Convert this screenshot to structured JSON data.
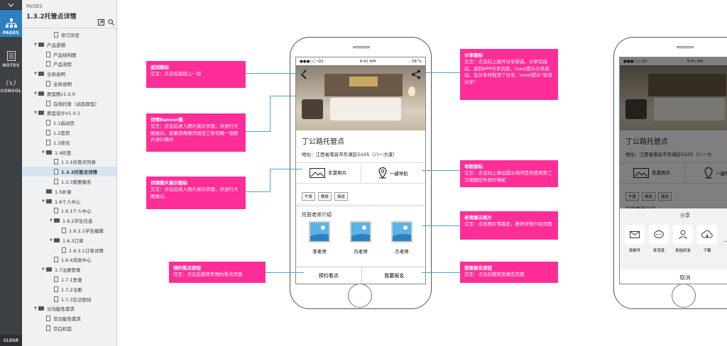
{
  "rail": {
    "pages_label": "PAGES",
    "notes_label": "NOTES",
    "console_label": "CONSOL",
    "variables_glyph": "(x)",
    "close_label": "CLOSE"
  },
  "sidebar": {
    "section_label": "PAGES",
    "current_page": "1.3.2托管点详情",
    "items": [
      {
        "label": "修订历史",
        "type": "page",
        "depth": 3
      },
      {
        "label": "产品逻辑",
        "type": "folder",
        "depth": 1,
        "open": true
      },
      {
        "label": "产品结构图",
        "type": "page",
        "depth": 2
      },
      {
        "label": "产品流程",
        "type": "page",
        "depth": 2
      },
      {
        "label": "全局说明",
        "type": "folder",
        "depth": 1,
        "open": true
      },
      {
        "label": "全局说明",
        "type": "page",
        "depth": 2
      },
      {
        "label": "原型图v1.0.0",
        "type": "folder",
        "depth": 1,
        "open": true
      },
      {
        "label": "在线托管（动态原型）",
        "type": "page",
        "depth": 2
      },
      {
        "label": "原型设计V1.0.1",
        "type": "folder",
        "depth": 1,
        "open": true
      },
      {
        "label": "1.1启动页",
        "type": "page",
        "depth": 2
      },
      {
        "label": "1.2首页",
        "type": "page",
        "depth": 2
      },
      {
        "label": "1.3资讯",
        "type": "page",
        "depth": 2
      },
      {
        "label": "1.4托管",
        "type": "folder",
        "depth": 2,
        "open": true
      },
      {
        "label": "1.3.1托管点列表",
        "type": "page",
        "depth": 3
      },
      {
        "label": "1.3.2托管点详情",
        "type": "page",
        "depth": 3,
        "selected": true
      },
      {
        "label": "1.3.3我要报名",
        "type": "page",
        "depth": 3
      },
      {
        "label": "1.5补课",
        "type": "folder-closed",
        "depth": 2
      },
      {
        "label": "1.6个人中心",
        "type": "folder",
        "depth": 2,
        "open": true
      },
      {
        "label": "1.6.1个人中心",
        "type": "page",
        "depth": 3
      },
      {
        "label": "1.6.2学生信息",
        "type": "folder",
        "depth": 3,
        "open": true
      },
      {
        "label": "1.6.2.1学生编辑",
        "type": "page",
        "depth": 4
      },
      {
        "label": "1.6.3订单",
        "type": "folder",
        "depth": 3,
        "open": true
      },
      {
        "label": "1.6.3.1订单详情",
        "type": "page",
        "depth": 4
      },
      {
        "label": "1.6.4消息中心",
        "type": "page",
        "depth": 3
      },
      {
        "label": "1.7注册登录",
        "type": "folder",
        "depth": 2,
        "open": true
      },
      {
        "label": "1.7.1登录",
        "type": "page",
        "depth": 3
      },
      {
        "label": "1.7.2注册",
        "type": "page",
        "depth": 3
      },
      {
        "label": "1.7.3忘记密码",
        "type": "page",
        "depth": 3
      },
      {
        "label": "分功能性需求",
        "type": "folder",
        "depth": 1,
        "open": true
      },
      {
        "label": "非功能性需求",
        "type": "page",
        "depth": 2
      },
      {
        "label": "空白机型",
        "type": "page",
        "depth": 2
      }
    ]
  },
  "phone1": {
    "status_left": "●●●○○ GS",
    "status_time": "9:41 AM",
    "status_right": "58 %",
    "title": "丁公路托管点",
    "address": "地址：江西省南昌市东湖区G105（八一大道）",
    "photo_btn": "实景照片",
    "nav_btn": "一键导航",
    "tags": [
      "午饭",
      "晚饭",
      "接送"
    ],
    "teachers_title": "托管老师介绍",
    "teachers": [
      "李老师",
      "万老师",
      "方老师"
    ],
    "book_btn": "预约看点",
    "signup_btn": "我要报名"
  },
  "phone2": {
    "status_left": "●●●○○ GS",
    "status_time": "9:41 AM",
    "title": "丁公路托管点",
    "address": "地址：江西省南昌市东湖区G105（八一大",
    "photo_btn": "实景照片",
    "nav_btn": "一键导",
    "tags": [
      "午饭",
      "晚饭",
      "接送"
    ],
    "teachers_title": "托管老师介绍",
    "share_title": "分享",
    "share_items": [
      "发邮件",
      "发消息",
      "发给好友",
      "下载"
    ],
    "cancel": "取消"
  },
  "annotations": {
    "back": {
      "title": "返回图标",
      "body": "交互：点击后返回上一层"
    },
    "banner": {
      "title": "详情Banner图",
      "body": "交互：点击后进入图片展示页面，并进行大图展示。如果没做操作则没三秒切换一张图片进行循环"
    },
    "photo": {
      "title": "详情图片展示图标",
      "body": "交互：点击后进入图片展示页面，并进行大图展示。"
    },
    "book": {
      "title": "预约看点按钮",
      "body": "交互：点击后跳转至预约看点页面"
    },
    "share": {
      "title": "分享图标",
      "body": "交互：点击向上展开分享渠道，分享完成后，返回APP分享页面，toast提示分享成功。在分享时取消了分享，toast提示“取消分享”"
    },
    "nav": {
      "title": "导航图标",
      "body": "交互：点击向上弹出提示询问是否使用第三方地图控件进行导航"
    },
    "teacher": {
      "title": "老师展示照片",
      "body": "交互：点击图片转跳至，教师详情介绍页面"
    },
    "signup": {
      "title": "我要报名按钮",
      "body": "交互：点击后跳转至报名页面"
    }
  },
  "colors": {
    "annotation": "#ff2d98",
    "connector": "#4aa3d8",
    "rail": "#3c3f44",
    "rail_active": "#2e7fbf"
  }
}
